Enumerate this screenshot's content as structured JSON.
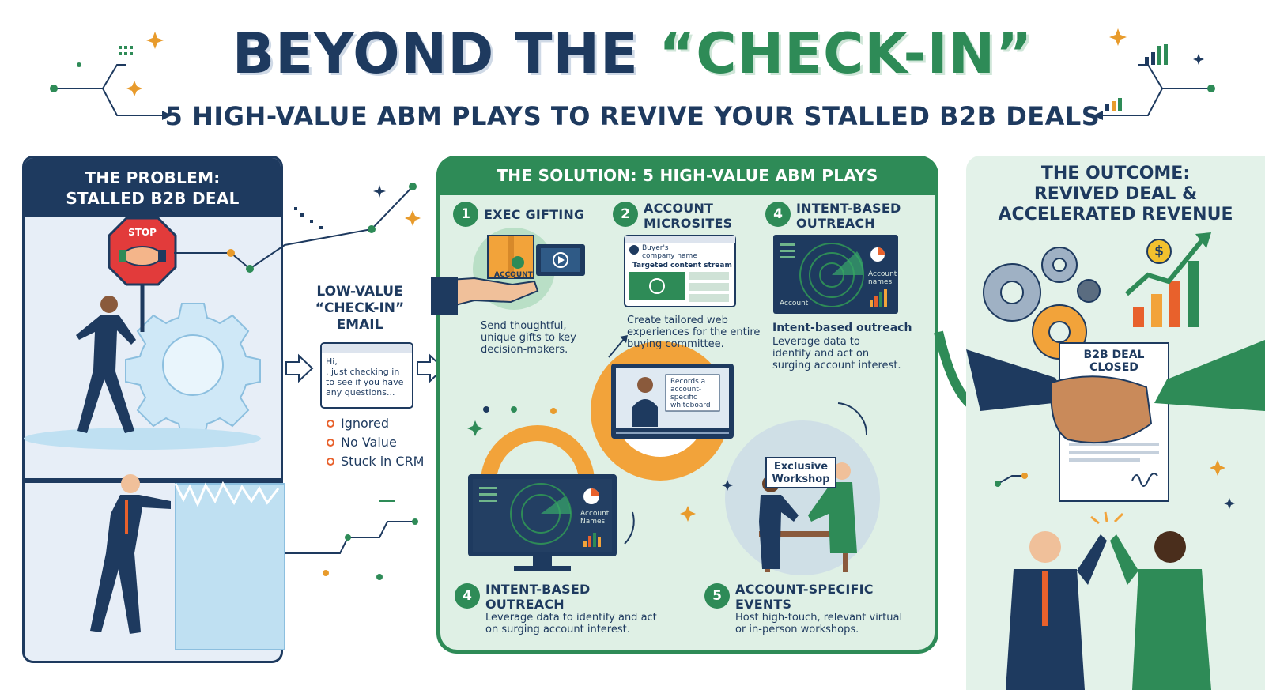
{
  "header": {
    "title_part1": "BEYOND THE ",
    "title_part2": "“CHECK-IN”",
    "subtitle": "5 HIGH-VALUE ABM PLAYS TO REVIVE YOUR STALLED B2B DEALS"
  },
  "problem": {
    "title_line1": "THE PROBLEM:",
    "title_line2": "STALLED B2B DEAL",
    "stop_sign": "STOP"
  },
  "email": {
    "head_line1": "LOW-VALUE",
    "head_line2": "“CHECK-IN”",
    "head_line3": "EMAIL",
    "body_line1": "Hi,",
    "body_line2": ". just checking in",
    "body_line3": "to see if you have",
    "body_line4": "any questions...",
    "results": [
      "Ignored",
      "No Value",
      "Stuck in CRM"
    ]
  },
  "solution": {
    "title": "THE SOLUTION: 5 HIGH-VALUE ABM PLAYS",
    "play1": {
      "number": "1",
      "title": "EXEC GIFTING",
      "desc_line1": "Send thoughtful,",
      "desc_line2": "unique gifts to key",
      "desc_line3": "decision-makers.",
      "box_label": "ACCOUNT"
    },
    "play2": {
      "number": "2",
      "title_line1": "ACCOUNT",
      "title_line2": "MICROSITES",
      "desc_line1": "Create tailored web",
      "desc_line2": "experiences for the entire",
      "desc_line3": "buying committee.",
      "site_line1": "Buyer's",
      "site_line2": "company name",
      "site_stream": "Targeted content stream"
    },
    "play4_top": {
      "number": "4",
      "title_line1": "INTENT-BASED",
      "title_line2": "OUTREACH",
      "subtitle": "Intent-based outreach",
      "desc_line1": "Leverage data to",
      "desc_line2": "identify and act on",
      "desc_line3": "surging account interest.",
      "screen_account": "Account",
      "screen_names_line1": "Account",
      "screen_names_line2": "names"
    },
    "video": {
      "note_line1": "Records a",
      "note_line2": "account-specific",
      "note_line3": "whiteboard"
    },
    "play4_bottom": {
      "number": "4",
      "title_line1": "INTENT-BASED",
      "title_line2": "OUTREACH",
      "desc_line1": "Leverage data to identify and act",
      "desc_line2": "on surging account interest.",
      "screen_names_line1": "Account",
      "screen_names_line2": "Names"
    },
    "play5": {
      "number": "5",
      "title_line1": "ACCOUNT-SPECIFIC",
      "title_line2": "EVENTS",
      "desc_line1": "Host high-touch, relevant virtual",
      "desc_line2": "or in-person workshops.",
      "sign_line1": "Exclusive",
      "sign_line2": "Workshop"
    }
  },
  "outcome": {
    "title_line1": "THE OUTCOME:",
    "title_line2": "REVIVED DEAL &",
    "title_line3": "ACCELERATED REVENUE",
    "doc_label": "B2B DEAL CLOSED",
    "dollar": "$"
  },
  "colors": {
    "navy": "#1e3a5f",
    "green": "#2e8b57",
    "orange": "#e8612c",
    "gold": "#f2a33a",
    "ice": "#bfe0f2"
  }
}
